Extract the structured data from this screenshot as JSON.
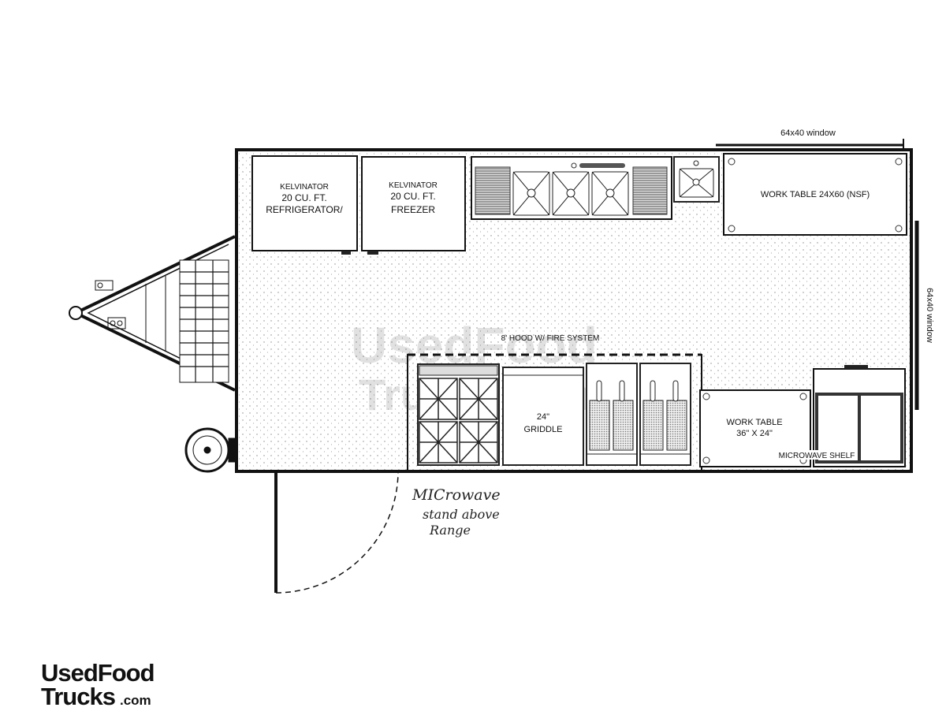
{
  "windows": {
    "top": "64x40 window",
    "right": "64x40 window"
  },
  "refrigerator": {
    "line1": "KELVINATOR",
    "line2": "20 CU. FT.",
    "line3": "REFRIGERATOR/"
  },
  "freezer": {
    "line1": "KELVINATOR",
    "line2": "20 CU. FT.",
    "line3": "FREEZER"
  },
  "work_table_top": "WORK TABLE 24X60 (NSF)",
  "hood": "8' HOOD W/ FIRE SYSTEM",
  "griddle": {
    "line1": "24\"",
    "line2": "GRIDDLE"
  },
  "work_table_bottom": {
    "line1": "WORK TABLE",
    "line2": "36\" X 24\""
  },
  "microwave_shelf": "MICROWAVE SHELF",
  "handwritten_note": {
    "line1": "MICrowave",
    "line2": "stand above",
    "line3": "Range"
  },
  "watermark": {
    "line1": "UsedFood",
    "line2": "Trucks.com"
  },
  "logo": {
    "line1": "UsedFood",
    "line2": "Trucks",
    "line3": ".com"
  }
}
